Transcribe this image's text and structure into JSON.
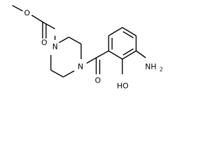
{
  "structure": {
    "atoms": {
      "methyl_ester_oxygen": "O",
      "carbonyl_oxygen_top": "O",
      "piperazine_n1": "N",
      "piperazine_n4": "N",
      "amide_carbonyl_oxygen": "O",
      "amine": "NH",
      "amine_subscript": "2",
      "hydroxyl": "HO"
    }
  }
}
